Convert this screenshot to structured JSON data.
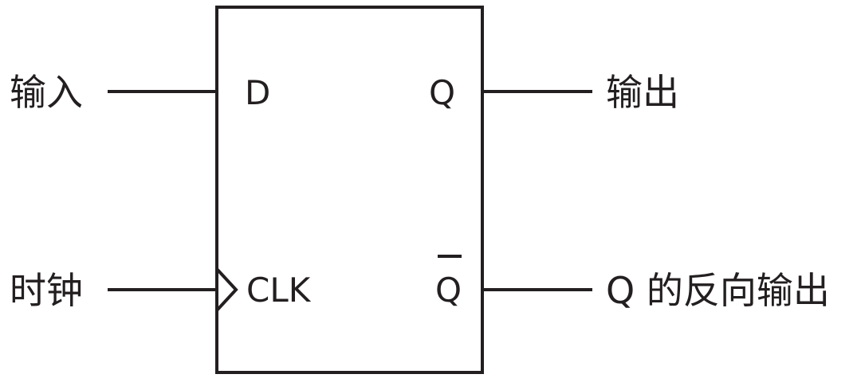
{
  "flipflop": {
    "pins": {
      "d": "D",
      "clk": "CLK",
      "q": "Q",
      "q_bar": "Q"
    },
    "signals": {
      "input": "输入",
      "clock": "时钟",
      "output": "输出",
      "inverted_output": "Q 的反向输出"
    }
  },
  "colors": {
    "stroke": "#231f20",
    "background": "#ffffff"
  }
}
